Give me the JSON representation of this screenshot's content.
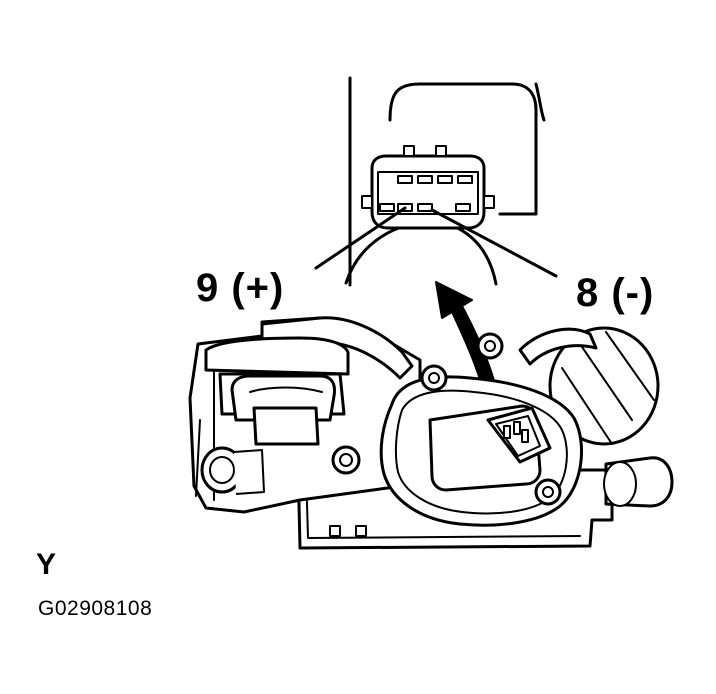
{
  "labels": {
    "terminal_positive": "9 (+)",
    "terminal_negative": "8 (-)",
    "view_letter": "Y",
    "figure_code": "G02908108"
  },
  "icons": [
    "connector-diagram",
    "throttle-body-drawing",
    "direction-arrow"
  ]
}
